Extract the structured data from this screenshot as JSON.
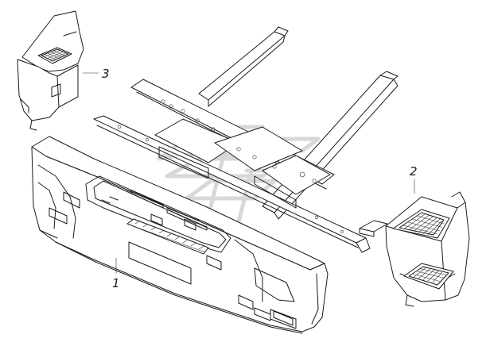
{
  "callouts": [
    {
      "id": "1",
      "label": "1"
    },
    {
      "id": "2",
      "label": "2"
    },
    {
      "id": "3",
      "label": "3"
    }
  ],
  "colors": {
    "line": "#1a1a1a",
    "watermark": "#d8d8d8",
    "background": "#ffffff"
  }
}
